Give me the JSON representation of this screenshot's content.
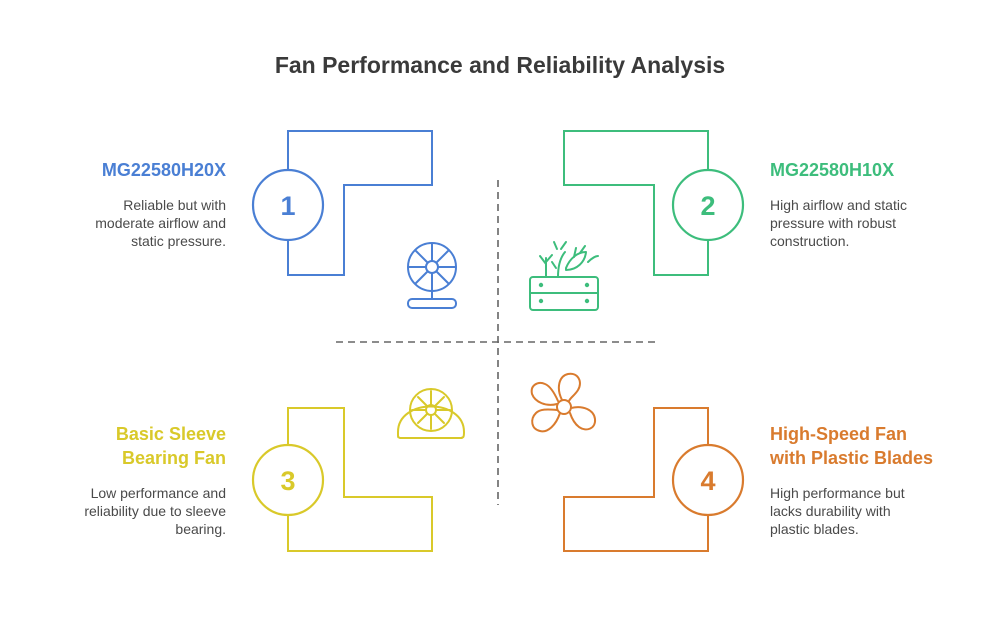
{
  "title": "Fan Performance and Reliability Analysis",
  "colors": {
    "q1": "#4a7fd4",
    "q2": "#3dbd7c",
    "q3": "#d9c92a",
    "q4": "#d97b2e",
    "divider": "#666666",
    "text": "#444444"
  },
  "quadrants": [
    {
      "number": "1",
      "title": "MG22580H20X",
      "description": "Reliable but with\nmoderate airflow and\nstatic pressure.",
      "icon": "desk-fan-icon"
    },
    {
      "number": "2",
      "title": "MG22580H10X",
      "description": "High airflow and static\npressure with robust\nconstruction.",
      "icon": "planter-box-icon"
    },
    {
      "number": "3",
      "title": "Basic Sleeve\nBearing Fan",
      "description": "Low performance and\nreliability due to sleeve\nbearing.",
      "icon": "blower-fan-icon"
    },
    {
      "number": "4",
      "title": "High-Speed Fan\nwith Plastic Blades",
      "description": "High performance but\nlacks durability with\nplastic blades.",
      "icon": "propeller-icon"
    }
  ]
}
